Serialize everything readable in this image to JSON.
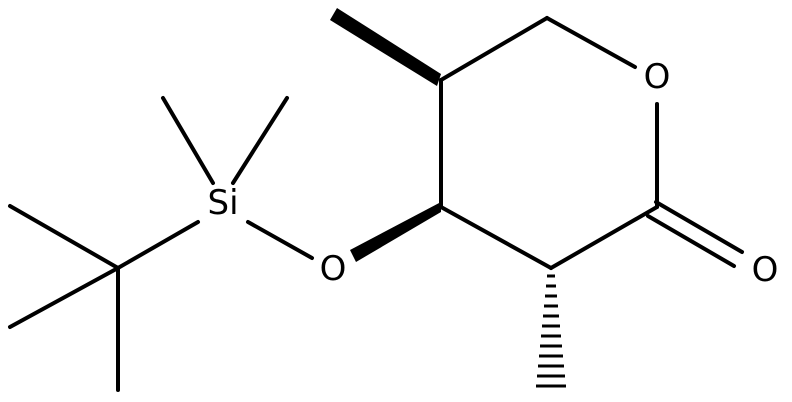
{
  "molecule": {
    "atom_labels": {
      "silicon": "Si",
      "ether_oxygen": "O",
      "ring_oxygen": "O",
      "carbonyl_oxygen": "O"
    },
    "colors": {
      "bonds": "#000000",
      "labels": "#000000",
      "background": "#ffffff"
    }
  }
}
